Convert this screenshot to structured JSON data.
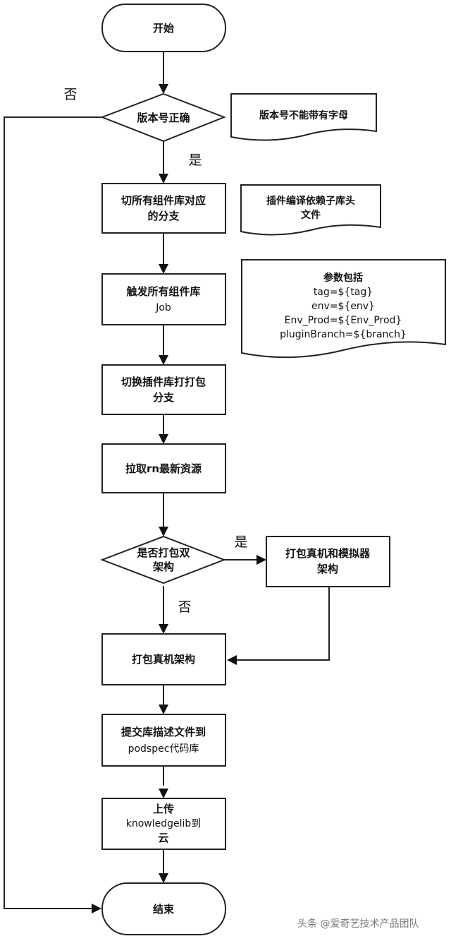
{
  "nodes": {
    "start": "开始",
    "version_check": "版本号正确",
    "switch_branch": [
      "切所有组件库对应",
      "的分支"
    ],
    "trigger_jobs": [
      "触发所有组件库",
      "Job"
    ],
    "switch_plugin": [
      "切换插件库打打包",
      "分支"
    ],
    "pull_rn": "拉取rn最新资源",
    "dual_arch_check": [
      "是否打包双",
      "架构"
    ],
    "pack_sim": [
      "打包真机和模拟器",
      "架构"
    ],
    "pack_device": "打包真机架构",
    "commit_podspec": [
      "提交库描述文件到",
      "podspec代码库"
    ],
    "upload": [
      "上传",
      "knowledgelib到",
      "云"
    ],
    "end": "结束"
  },
  "notes": {
    "version_note": "版本号不能带有字母",
    "plugin_note": [
      "插件编译依赖子库头",
      "文件"
    ],
    "params_note": {
      "title": "参数包括",
      "lines": [
        "tag=${tag}",
        "env=${env}",
        "Env_Prod=${Env_Prod}",
        "pluginBranch=${branch}"
      ]
    }
  },
  "labels": {
    "no_version": "否",
    "yes_version": "是",
    "yes_dual": "是",
    "no_dual": "否"
  },
  "watermark": "头条 @爱奇艺技术产品团队"
}
